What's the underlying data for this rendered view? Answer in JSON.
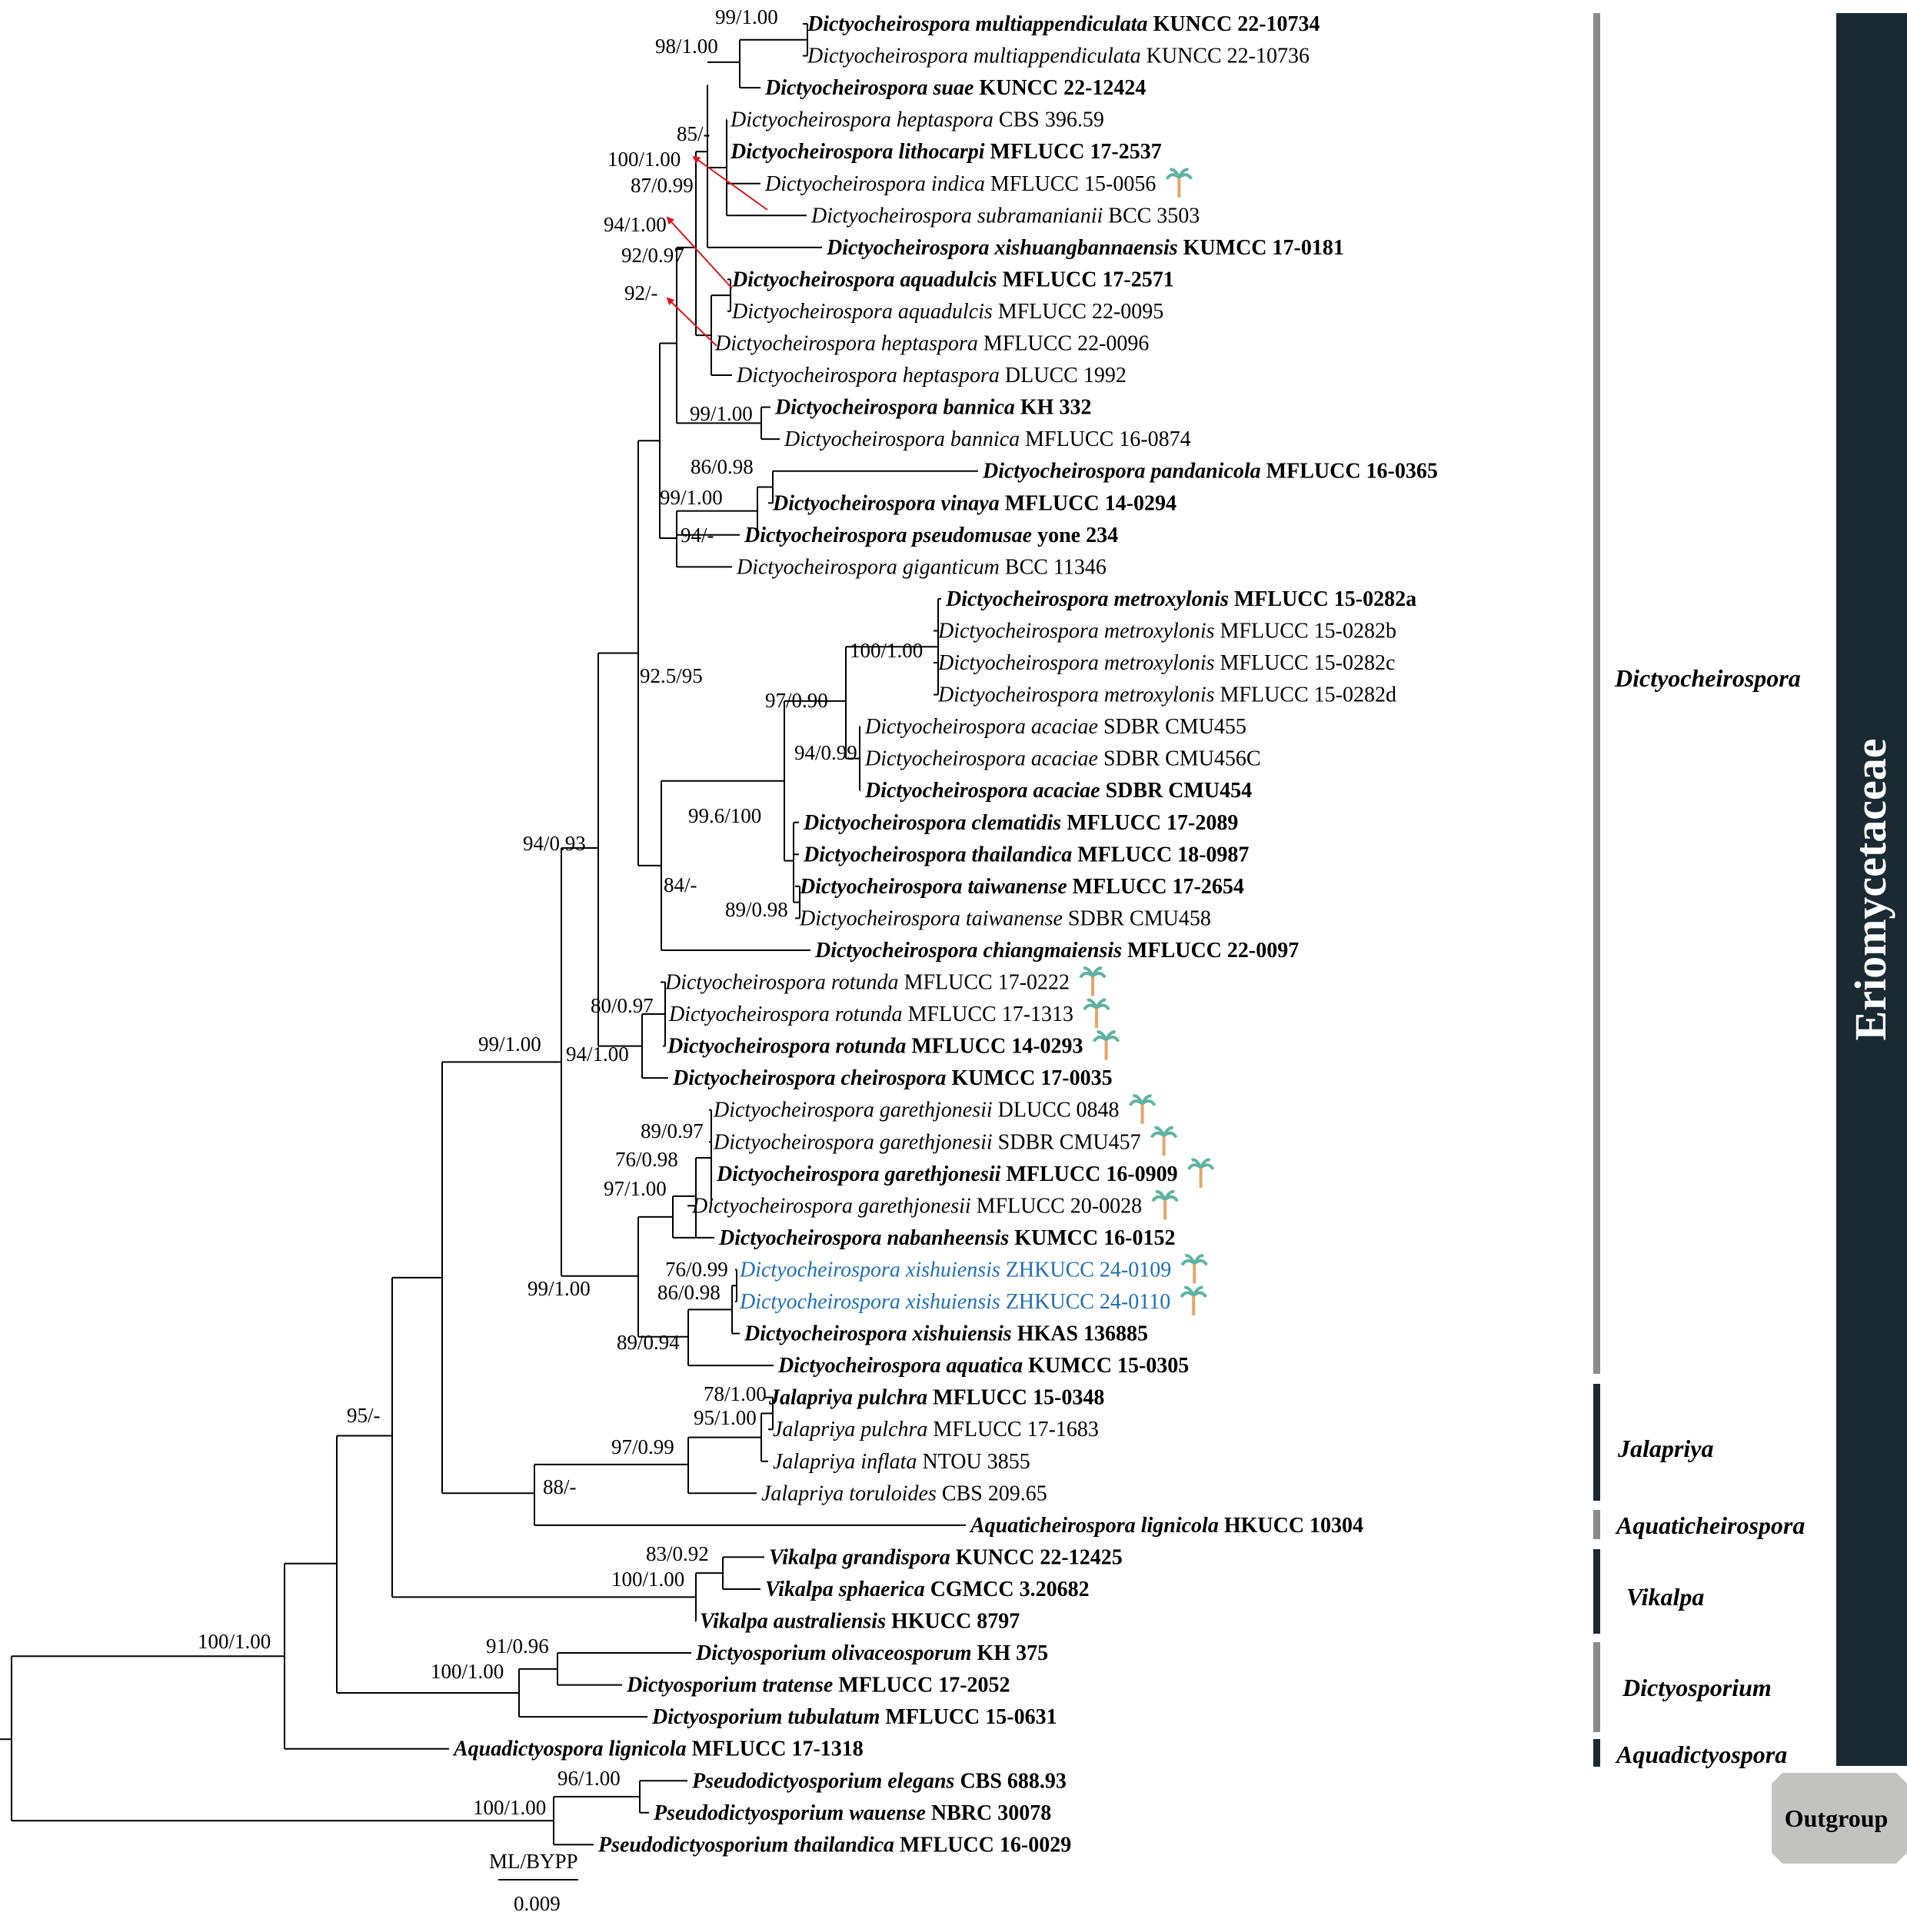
{
  "tips": [
    {
      "id": "t0",
      "genus": "Dictyocheirospora multiappendiculata",
      "strain": "KUNCC 22-10734",
      "type": true
    },
    {
      "id": "t1",
      "genus": "Dictyocheirospora multiappendiculata",
      "strain": "KUNCC 22-10736",
      "type": false
    },
    {
      "id": "t2",
      "genus": "Dictyocheirospora suae",
      "strain": "KUNCC 22-12424",
      "type": true
    },
    {
      "id": "t3",
      "genus": "Dictyocheirospora heptaspora",
      "strain": "CBS 396.59",
      "type": false
    },
    {
      "id": "t4",
      "genus": "Dictyocheirospora lithocarpi",
      "strain": "MFLUCC 17-2537",
      "type": true
    },
    {
      "id": "t5",
      "genus": "Dictyocheirospora indica",
      "strain": "MFLUCC 15-0056",
      "type": false,
      "icon": "palm-icon"
    },
    {
      "id": "t6",
      "genus": "Dictyocheirospora subramanianii",
      "strain": "BCC 3503",
      "type": false
    },
    {
      "id": "t7",
      "genus": "Dictyocheirospora xishuangbannaensis",
      "strain": "KUMCC 17-0181",
      "type": true
    },
    {
      "id": "t8",
      "genus": "Dictyocheirospora aquadulcis",
      "strain": "MFLUCC 17-2571",
      "type": true
    },
    {
      "id": "t9",
      "genus": "Dictyocheirospora aquadulcis",
      "strain": "MFLUCC 22-0095",
      "type": false
    },
    {
      "id": "t10",
      "genus": "Dictyocheirospora heptaspora",
      "strain": "MFLUCC 22-0096",
      "type": false
    },
    {
      "id": "t11",
      "genus": "Dictyocheirospora heptaspora",
      "strain": "DLUCC 1992",
      "type": false
    },
    {
      "id": "t12",
      "genus": "Dictyocheirospora bannica",
      "strain": "KH 332",
      "type": true
    },
    {
      "id": "t13",
      "genus": "Dictyocheirospora bannica",
      "strain": "MFLUCC 16-0874",
      "type": false
    },
    {
      "id": "t14",
      "genus": "Dictyocheirospora pandanicola",
      "strain": "MFLUCC 16-0365",
      "type": true
    },
    {
      "id": "t15",
      "genus": "Dictyocheirospora vinaya",
      "strain": "MFLUCC 14-0294",
      "type": true
    },
    {
      "id": "t16",
      "genus": "Dictyocheirospora pseudomusae",
      "strain": "yone 234",
      "type": true
    },
    {
      "id": "t17",
      "genus": "Dictyocheirospora giganticum",
      "strain": "BCC 11346",
      "type": false
    },
    {
      "id": "t18",
      "genus": "Dictyocheirospora metroxylonis",
      "strain": "MFLUCC 15-0282a",
      "type": true
    },
    {
      "id": "t19",
      "genus": "Dictyocheirospora metroxylonis",
      "strain": "MFLUCC 15-0282b",
      "type": false
    },
    {
      "id": "t20",
      "genus": "Dictyocheirospora metroxylonis",
      "strain": "MFLUCC 15-0282c",
      "type": false
    },
    {
      "id": "t21",
      "genus": "Dictyocheirospora metroxylonis",
      "strain": "MFLUCC 15-0282d",
      "type": false
    },
    {
      "id": "t22",
      "genus": "Dictyocheirospora acaciae",
      "strain": "SDBR CMU455",
      "type": false
    },
    {
      "id": "t23",
      "genus": "Dictyocheirospora acaciae",
      "strain": "SDBR CMU456C",
      "type": false
    },
    {
      "id": "t24",
      "genus": "Dictyocheirospora acaciae",
      "strain": "SDBR CMU454",
      "type": true
    },
    {
      "id": "t25",
      "genus": "Dictyocheirospora clematidis",
      "strain": "MFLUCC 17-2089",
      "type": true
    },
    {
      "id": "t26",
      "genus": "Dictyocheirospora thailandica",
      "strain": "MFLUCC 18-0987",
      "type": true
    },
    {
      "id": "t27",
      "genus": "Dictyocheirospora taiwanense",
      "strain": "MFLUCC 17-2654",
      "type": true
    },
    {
      "id": "t28",
      "genus": "Dictyocheirospora taiwanense",
      "strain": "SDBR CMU458",
      "type": false
    },
    {
      "id": "t29",
      "genus": "Dictyocheirospora chiangmaiensis",
      "strain": "MFLUCC 22-0097",
      "type": true
    },
    {
      "id": "t30",
      "genus": "Dictyocheirospora rotunda",
      "strain": "MFLUCC 17-0222",
      "type": false,
      "icon": "palm-icon"
    },
    {
      "id": "t31",
      "genus": "Dictyocheirospora rotunda",
      "strain": "MFLUCC 17-1313",
      "type": false,
      "icon": "palm-icon"
    },
    {
      "id": "t32",
      "genus": "Dictyocheirospora rotunda",
      "strain": "MFLUCC 14-0293",
      "type": true,
      "icon": "palm-icon"
    },
    {
      "id": "t33",
      "genus": "Dictyocheirospora cheirospora",
      "strain": "KUMCC 17-0035",
      "type": true
    },
    {
      "id": "t34",
      "genus": "Dictyocheirospora garethjonesii",
      "strain": "DLUCC 0848",
      "type": false,
      "icon": "palm-icon"
    },
    {
      "id": "t35",
      "genus": "Dictyocheirospora garethjonesii",
      "strain": "SDBR CMU457",
      "type": false,
      "icon": "palm-icon"
    },
    {
      "id": "t36",
      "genus": "Dictyocheirospora garethjonesii",
      "strain": "MFLUCC 16-0909",
      "type": true,
      "icon": "palm-icon"
    },
    {
      "id": "t37",
      "genus": "Dictyocheirospora garethjonesii",
      "strain": "MFLUCC 20-0028",
      "type": false,
      "icon": "palm-icon"
    },
    {
      "id": "t38",
      "genus": "Dictyocheirospora nabanheensis",
      "strain": "KUMCC 16-0152",
      "type": true
    },
    {
      "id": "t39",
      "genus": "Dictyocheirospora xishuiensis",
      "strain": "ZHKUCC 24-0109",
      "type": false,
      "new": true,
      "icon": "palm-icon"
    },
    {
      "id": "t40",
      "genus": "Dictyocheirospora xishuiensis",
      "strain": "ZHKUCC 24-0110",
      "type": false,
      "new": true,
      "icon": "palm-icon"
    },
    {
      "id": "t41",
      "genus": "Dictyocheirospora xishuiensis",
      "strain": "HKAS 136885",
      "type": true
    },
    {
      "id": "t42",
      "genus": "Dictyocheirospora aquatica",
      "strain": "KUMCC 15-0305",
      "type": true
    },
    {
      "id": "t43",
      "genus": "Jalapriya pulchra",
      "strain": "MFLUCC 15-0348",
      "type": true
    },
    {
      "id": "t44",
      "genus": "Jalapriya pulchra",
      "strain": "MFLUCC 17-1683",
      "type": false
    },
    {
      "id": "t45",
      "genus": "Jalapriya inflata",
      "strain": "NTOU 3855",
      "type": false
    },
    {
      "id": "t46",
      "genus": "Jalapriya toruloides",
      "strain": "CBS 209.65",
      "type": false
    },
    {
      "id": "t47",
      "genus": "Aquaticheirospora lignicola",
      "strain": "HKUCC 10304",
      "type": true
    },
    {
      "id": "t48",
      "genus": "Vikalpa grandispora",
      "strain": "KUNCC 22-12425",
      "type": true
    },
    {
      "id": "t49",
      "genus": "Vikalpa sphaerica",
      "strain": "CGMCC 3.20682",
      "type": true
    },
    {
      "id": "t50",
      "genus": "Vikalpa australiensis",
      "strain": "HKUCC 8797",
      "type": true
    },
    {
      "id": "t51",
      "genus": "Dictyosporium olivaceosporum",
      "strain": "KH 375",
      "type": true
    },
    {
      "id": "t52",
      "genus": "Dictyosporium tratense",
      "strain": "MFLUCC 17-2052",
      "type": true
    },
    {
      "id": "t53",
      "genus": "Dictyosporium tubulatum",
      "strain": "MFLUCC 15-0631",
      "type": true
    },
    {
      "id": "t54",
      "genus": "Aquadictyospora lignicola",
      "strain": "MFLUCC 17-1318",
      "type": true
    },
    {
      "id": "t55",
      "genus": "Pseudodictyosporium elegans",
      "strain": "CBS 688.93",
      "type": true
    },
    {
      "id": "t56",
      "genus": "Pseudodictyosporium wauense",
      "strain": "NBRC 30078",
      "type": true
    },
    {
      "id": "t57",
      "genus": "Pseudodictyosporium thailandica",
      "strain": "MFLUCC 16-0029",
      "type": true
    }
  ],
  "supports": [
    "99/1.00",
    "98/1.00",
    "85/-",
    "100/1.00",
    "87/0.99",
    "94/1.00",
    "92/0.97",
    "92/-",
    "99/1.00",
    "86/0.98",
    "99/1.00",
    "94/-",
    "92.5/95",
    "100/1.00",
    "97/0.90",
    "94/0.99",
    "99.6/100",
    "84/-",
    "89/0.98",
    "94/0.93",
    "80/0.97",
    "94/1.00",
    "99/1.00",
    "89/0.97",
    "76/0.98",
    "97/1.00",
    "76/0.99",
    "86/0.98",
    "99/1.00",
    "89/0.94",
    "78/1.00",
    "95/1.00",
    "97/0.99",
    "88/-",
    "95/-",
    "83/0.92",
    "100/1.00",
    "91/0.96",
    "100/1.00",
    "100/1.00",
    "96/1.00",
    "100/1.00"
  ],
  "clades": [
    {
      "label": "Dictyocheirospora",
      "color": "#8a8d8f"
    },
    {
      "label": "Jalapriya",
      "color": "#1a2a33"
    },
    {
      "label": "Aquaticheirospora",
      "color": "#8a8d8f"
    },
    {
      "label": "Vikalpa",
      "color": "#1a2a33"
    },
    {
      "label": "Dictyosporium",
      "color": "#8a8d8f"
    },
    {
      "label": "Aquadictyospora",
      "color": "#1a2a33"
    }
  ],
  "family": {
    "label": "Eriomycetaceae",
    "color": "#1a2a33"
  },
  "outgroup": {
    "label": "Outgroup",
    "color": "#c2c2c0"
  },
  "legend": {
    "support_key": "ML/BYPP",
    "scale_value": "0.009"
  },
  "colors": {
    "new_species": "#1f6fb5",
    "arrows": "#e0141b",
    "palm_leaf": "#5fb3a3",
    "palm_trunk": "#e2a66a"
  }
}
